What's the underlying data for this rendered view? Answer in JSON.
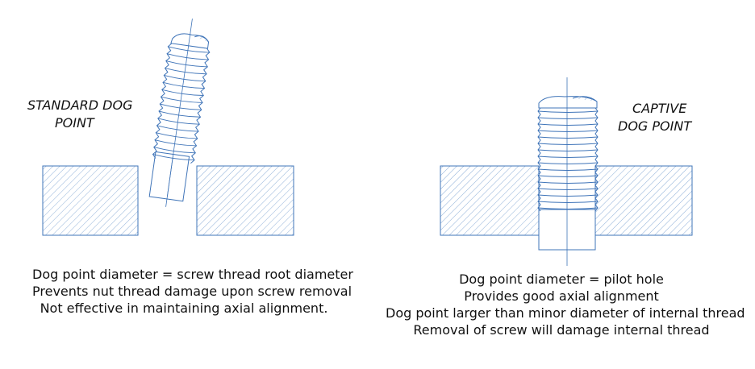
{
  "left": {
    "title_lines": [
      "STANDARD DOG",
      "POINT"
    ],
    "caption_lines": [
      "Dog point diameter = screw thread root diameter",
      "Prevents nut thread damage upon screw removal",
      "Not effective in maintaining axial alignment."
    ]
  },
  "right": {
    "title_lines": [
      "CAPTIVE",
      "DOG POINT"
    ],
    "caption_lines": [
      "Dog point diameter = pilot hole",
      "Provides good axial alignment",
      "Dog point larger than minor diameter of internal thread",
      "Removal of screw will damage internal thread"
    ]
  },
  "colors": {
    "line": "#3f74b8",
    "hatch": "#8fb0d8",
    "text": "#111111"
  }
}
